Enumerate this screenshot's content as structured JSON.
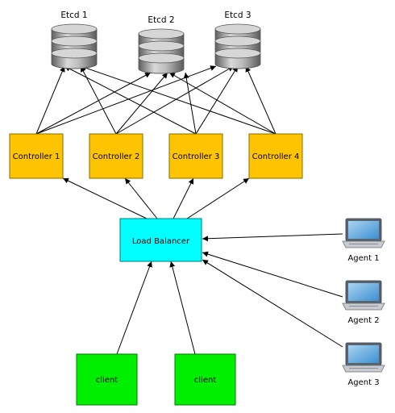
{
  "etcd": [
    "Etcd 1",
    "Etcd 2",
    "Etcd 3"
  ],
  "controllers": [
    "Controller 1",
    "Controller 2",
    "Controller 3",
    "Controller 4"
  ],
  "load_balancer": "Load Balancer",
  "clients": [
    "client",
    "client"
  ],
  "agents": [
    "Agent 1",
    "Agent 2",
    "Agent 3"
  ],
  "colors": {
    "controller": "#ffc400",
    "load_balancer": "#00ffff",
    "client": "#00ee00",
    "arrow": "#000000",
    "db_gray": "#8a8a8a"
  }
}
